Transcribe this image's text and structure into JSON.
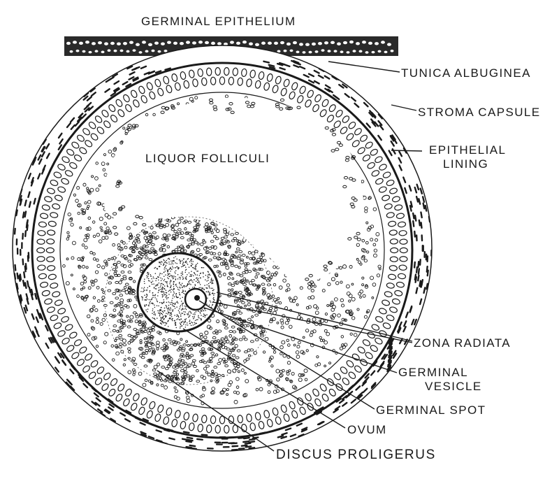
{
  "labels": {
    "germinal_epithelium": "GERMINAL EPITHELIUM",
    "tunica_albuginea": "TUNICA ALBUGINEA",
    "stroma_capsule": "STROMA CAPSULE",
    "epithelial_lining_1": "EPITHELIAL",
    "epithelial_lining_2": "LINING",
    "liquor_folliculi": "LIQUOR FOLLICULI",
    "zona_radiata": "ZONA RADIATA",
    "germinal_vesicle_1": "GERMINAL",
    "germinal_vesicle_2": "VESICLE",
    "germinal_spot": "GERMINAL SPOT",
    "ovum": "OVUM",
    "discus_proligerus": "DISCUS PROLIGERUS"
  },
  "colors": {
    "ink": "#1a1a1a",
    "paper": "#ffffff"
  }
}
